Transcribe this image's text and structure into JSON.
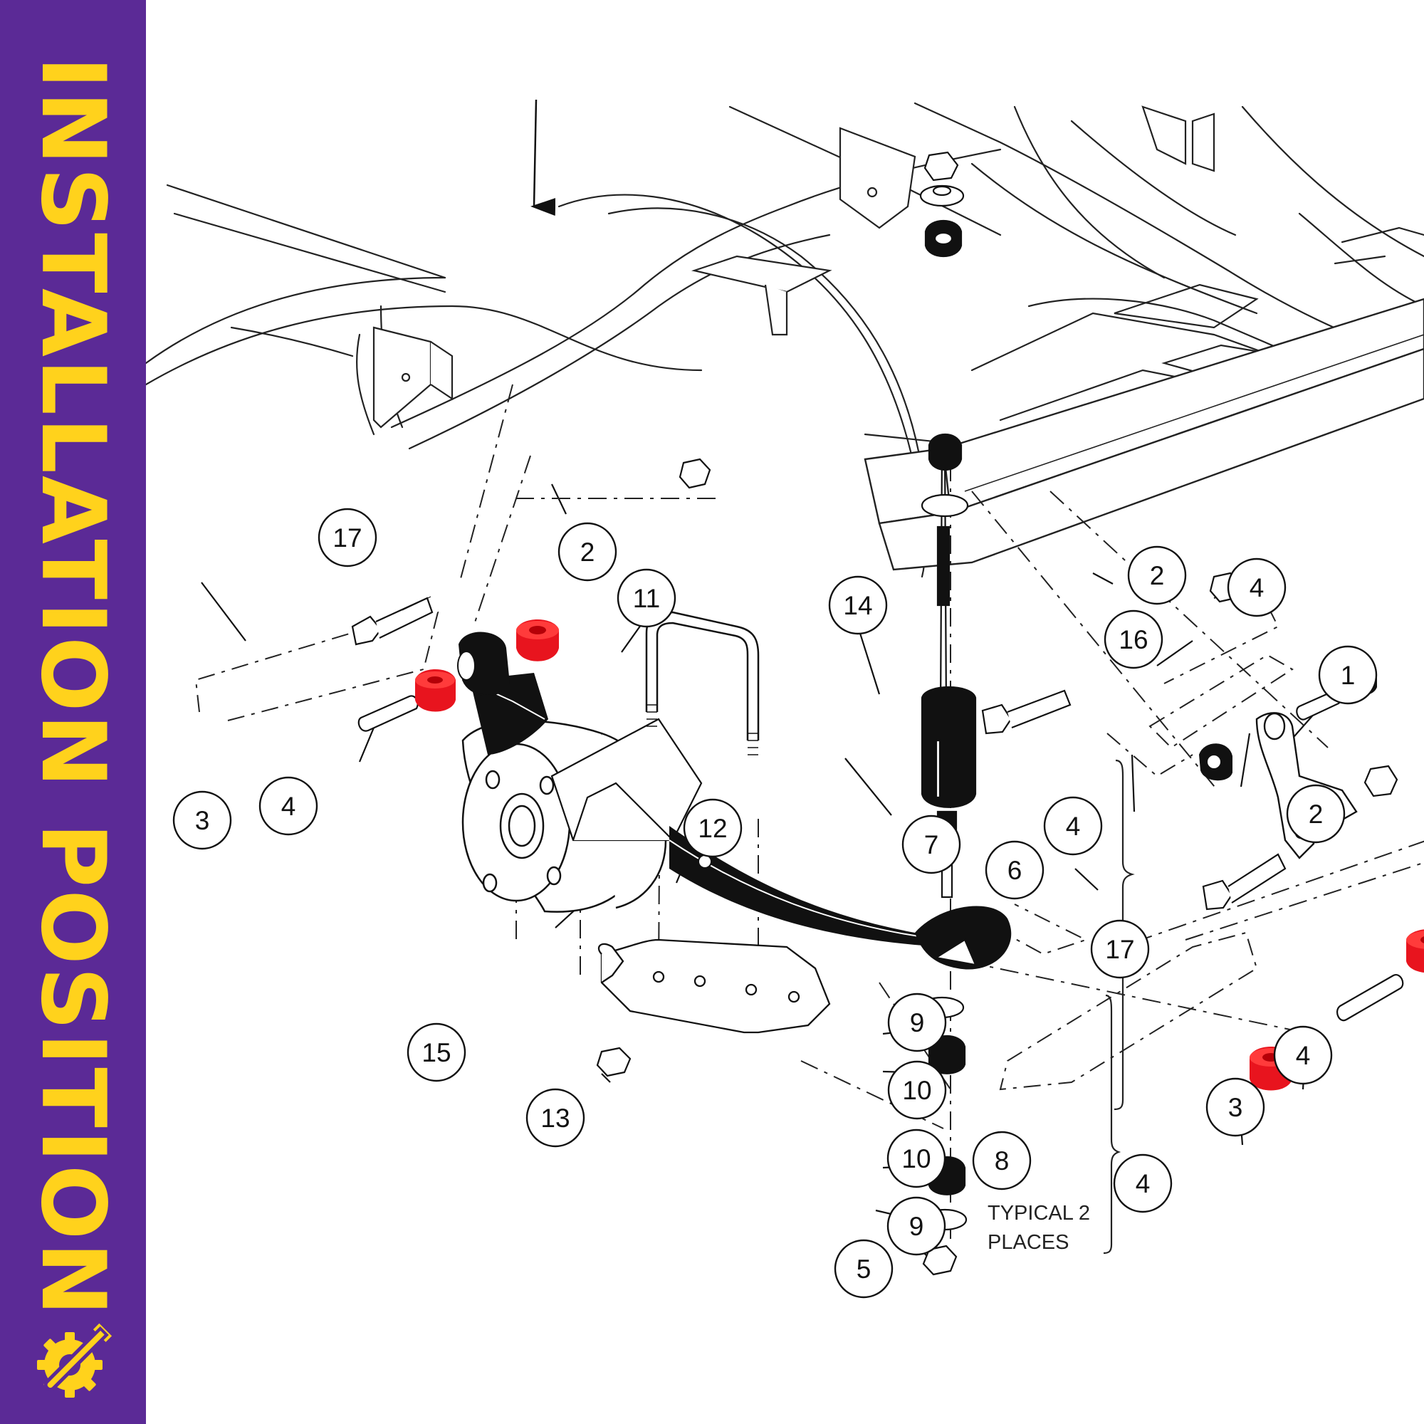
{
  "sidebar": {
    "title": "INSTALLATION POSITION",
    "icon": "gear-wrench-icon",
    "background_color": "#5b2a96",
    "text_color": "#ffd21c"
  },
  "diagram": {
    "highlight_color": "#e8141e",
    "callouts": [
      {
        "id": "c17a",
        "label": "17"
      },
      {
        "id": "c2a",
        "label": "2"
      },
      {
        "id": "c11",
        "label": "11"
      },
      {
        "id": "c14",
        "label": "14"
      },
      {
        "id": "c2b",
        "label": "2"
      },
      {
        "id": "c4a",
        "label": "4"
      },
      {
        "id": "c16",
        "label": "16"
      },
      {
        "id": "c1",
        "label": "1"
      },
      {
        "id": "c3a",
        "label": "3"
      },
      {
        "id": "c4b",
        "label": "4"
      },
      {
        "id": "c12",
        "label": "12"
      },
      {
        "id": "c7",
        "label": "7"
      },
      {
        "id": "c4c",
        "label": "4"
      },
      {
        "id": "c2c",
        "label": "2"
      },
      {
        "id": "c6",
        "label": "6"
      },
      {
        "id": "c17b",
        "label": "17"
      },
      {
        "id": "c9a",
        "label": "9"
      },
      {
        "id": "c10a",
        "label": "10"
      },
      {
        "id": "c15",
        "label": "15"
      },
      {
        "id": "c13",
        "label": "13"
      },
      {
        "id": "c4d",
        "label": "4"
      },
      {
        "id": "c3b",
        "label": "3"
      },
      {
        "id": "c10b",
        "label": "10"
      },
      {
        "id": "c8",
        "label": "8"
      },
      {
        "id": "c4e",
        "label": "4"
      },
      {
        "id": "c9b",
        "label": "9"
      },
      {
        "id": "c5",
        "label": "5"
      }
    ],
    "note_line1": "TYPICAL 2",
    "note_line2": "PLACES"
  }
}
